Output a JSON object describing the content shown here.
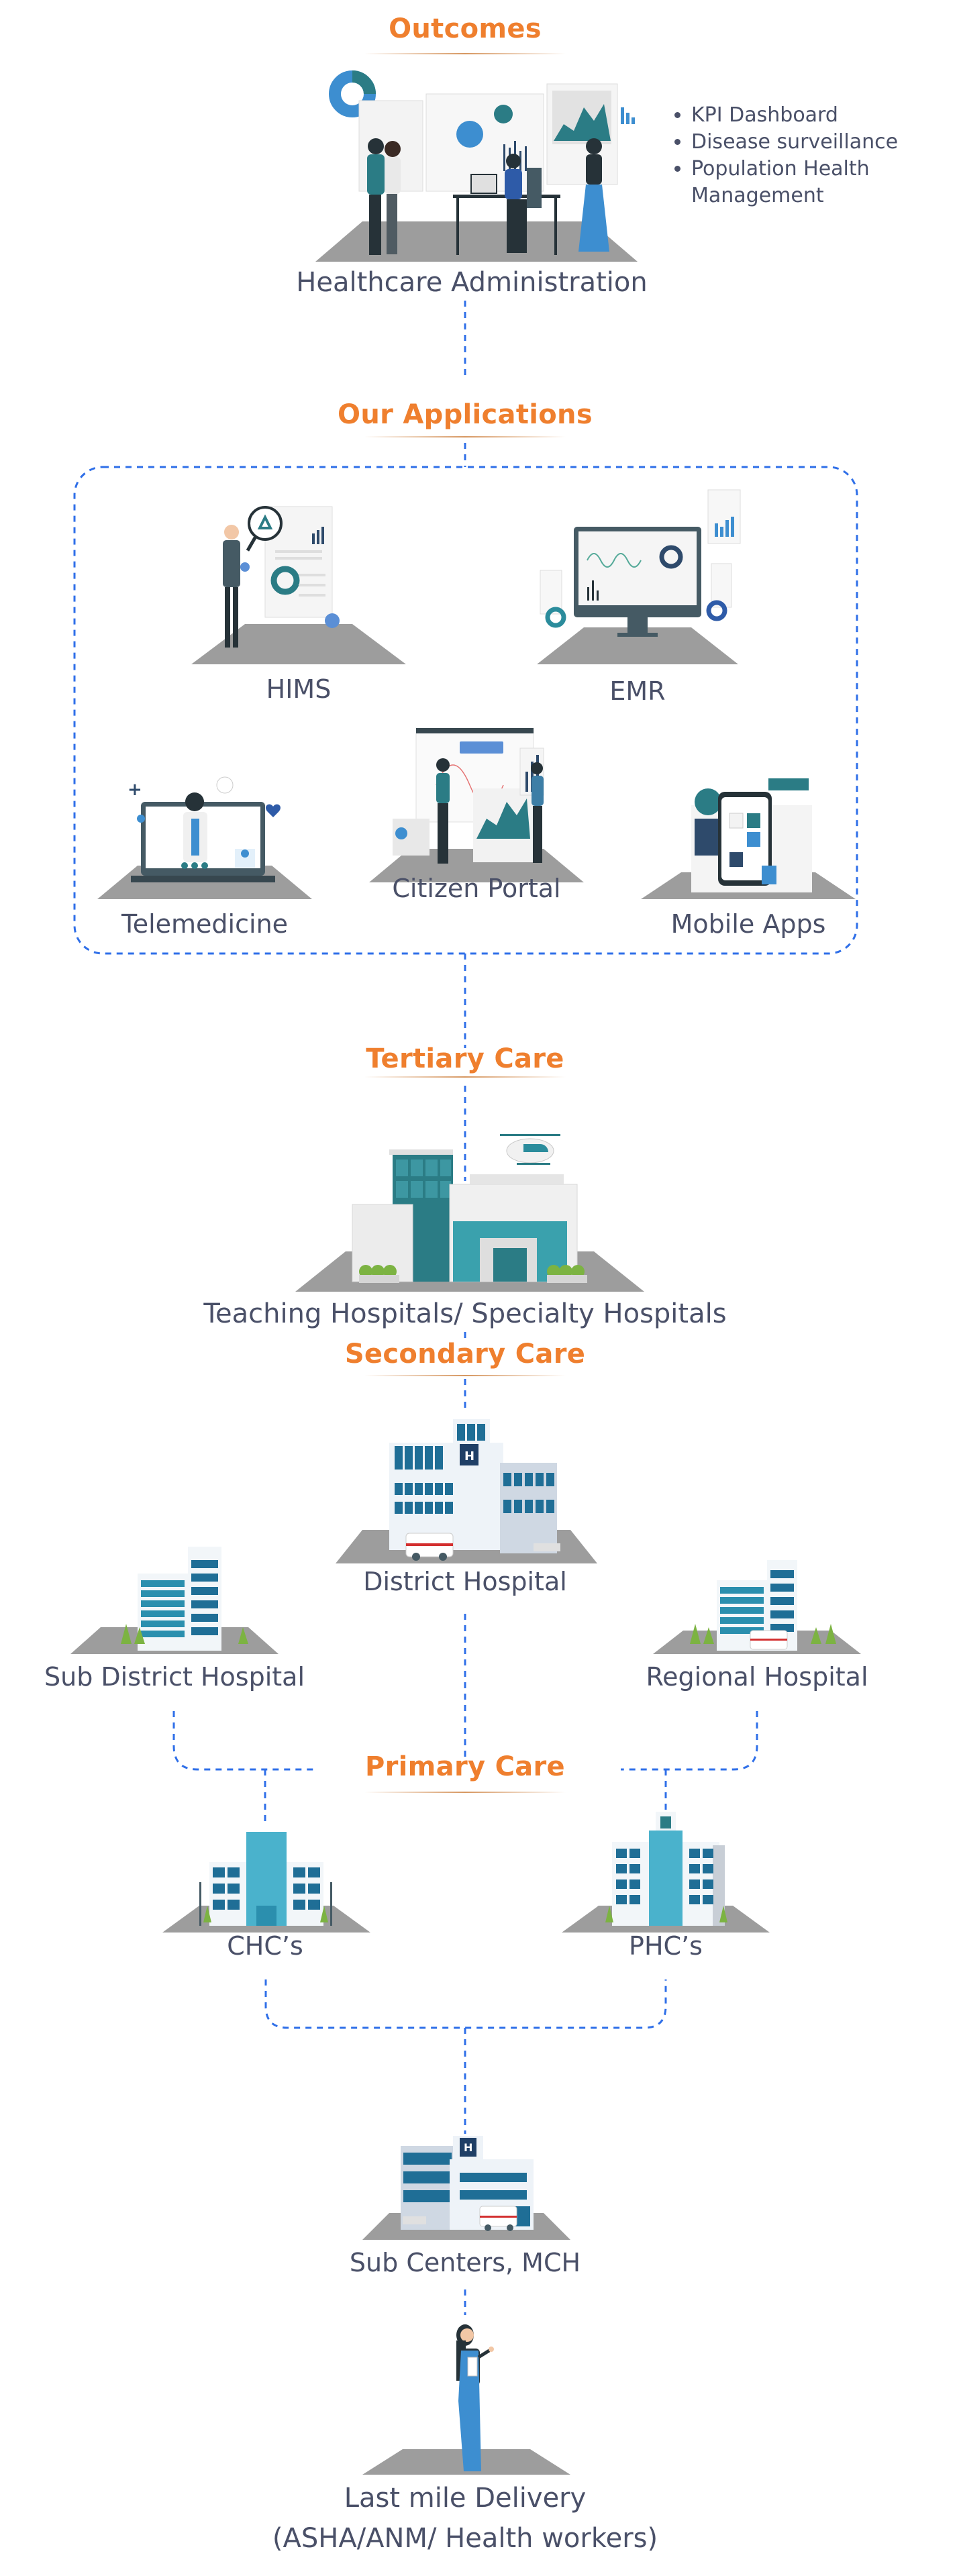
{
  "colors": {
    "heading": "#ef7f2e",
    "text": "#4a5068",
    "connector": "#2f6fe8",
    "platform": "#9d9d9d",
    "teal": "#2b7c85",
    "blue": "#3d8ed0",
    "navy": "#2e4a6b"
  },
  "outcomes": {
    "title": "Outcomes",
    "illustration_icon": "dashboard-team-icon",
    "label": "Healthcare Administration",
    "bullets": [
      "KPI Dashboard",
      "Disease surveillance",
      "Population Health Management"
    ]
  },
  "applications": {
    "title": "Our Applications",
    "items": [
      {
        "label": "HIMS",
        "icon": "magnifier-report-icon"
      },
      {
        "label": "EMR",
        "icon": "monitor-dashboard-icon"
      },
      {
        "label": "Telemedicine",
        "icon": "video-consult-laptop-icon"
      },
      {
        "label": "Citizen Portal",
        "icon": "presentation-chart-icon"
      },
      {
        "label": "Mobile Apps",
        "icon": "smartphone-app-icon"
      }
    ]
  },
  "tertiary": {
    "title": "Tertiary Care",
    "label": "Teaching Hospitals/ Specialty Hospitals",
    "icon": "hospital-helipad-icon"
  },
  "secondary": {
    "title": "Secondary Care",
    "items": [
      {
        "label": "District Hospital",
        "icon": "district-hospital-icon"
      },
      {
        "label": "Sub District Hospital",
        "icon": "sub-district-hospital-icon"
      },
      {
        "label": "Regional Hospital",
        "icon": "regional-hospital-icon"
      }
    ]
  },
  "primary": {
    "title": "Primary Care",
    "items": [
      {
        "label": "CHC’s",
        "icon": "chc-building-icon"
      },
      {
        "label": "PHC’s",
        "icon": "phc-building-icon"
      }
    ]
  },
  "sub_centers": {
    "label": "Sub Centers, MCH",
    "icon": "sub-center-building-icon"
  },
  "last_mile": {
    "label_line1": "Last mile Delivery",
    "label_line2": "(ASHA/ANM/ Health workers)",
    "icon": "health-worker-icon"
  }
}
